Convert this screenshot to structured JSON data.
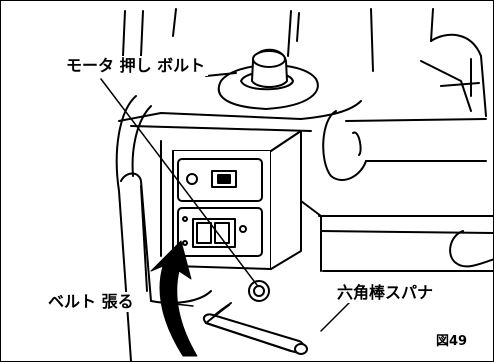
{
  "figure": {
    "labels": {
      "motor_bolt": "モータ 押し ボルト",
      "belt_tension": "ベルト 張る",
      "hex_wrench": "六角棒スパナ",
      "figure_number": "図49"
    }
  }
}
